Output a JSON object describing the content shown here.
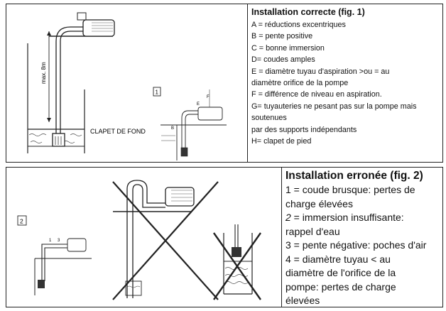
{
  "panel1": {
    "title": "Installation correcte (fig. 1)",
    "items": [
      "A = réductions excentriques",
      "B = pente positive",
      "C = bonne immersion",
      "D= coudes amples",
      "E = diamètre tuyau d'aspiration >ou = au",
      "diamètre orifice de la pompe",
      "F = différence de niveau en aspiration.",
      "G= tuyauteries ne pesant pas sur la pompe mais",
      "soutenues",
      "par des supports indépendants",
      "H= clapet de pied"
    ],
    "diagram": {
      "label_clapet": "CLAPET DE FOND",
      "label_height": "max. 8m",
      "fig_number": "1"
    }
  },
  "panel2": {
    "title": "Installation erronée (fig. 2)",
    "items": [
      {
        "num": "1",
        "text": " = coude brusque: pertes de"
      },
      {
        "num": "",
        "text": "charge élevées"
      },
      {
        "num": "2",
        "text": " = immersion insuffisante:"
      },
      {
        "num": "",
        "text": "rappel d'eau"
      },
      {
        "num": "3",
        "text": " = pente négative: poches d'air"
      },
      {
        "num": "4",
        "text": " = diamètre tuyau < au"
      },
      {
        "num": "",
        "text": "diamètre de l'orifice de la"
      },
      {
        "num": "",
        "text": "pompe: pertes de charge"
      },
      {
        "num": "",
        "text": "élevées"
      }
    ],
    "diagram": {
      "fig_number": "2"
    }
  }
}
